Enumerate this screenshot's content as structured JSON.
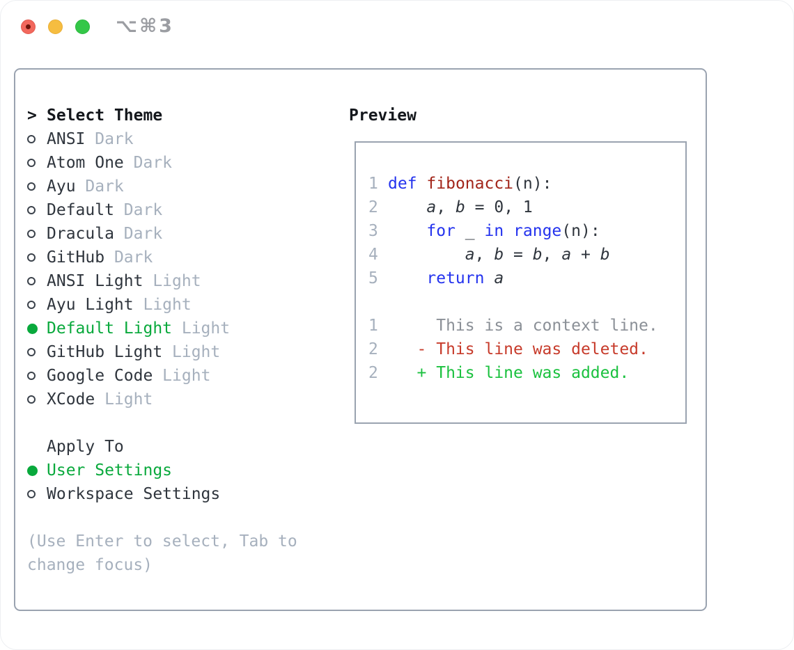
{
  "window": {
    "title": "⌥⌘3",
    "traffic_lights": [
      {
        "name": "close"
      },
      {
        "name": "minimize"
      },
      {
        "name": "zoom"
      }
    ]
  },
  "colors": {
    "text": "#2f353d",
    "header": "#14171c",
    "muted": "#a6b0bd",
    "selected": "#09a93c",
    "kw": "#2433ee",
    "fn": "#a2251a",
    "lineno": "#a6b0bd",
    "context": "#8b9097",
    "deleted": "#c73b2b",
    "added": "#1bc13f",
    "traffic_red": "#f2685d",
    "traffic_yellow": "#f6bd40",
    "traffic_green": "#34c748",
    "border": "#9aa3b0"
  },
  "theme_picker": {
    "cursor": ">",
    "header": "Select Theme",
    "themes": [
      {
        "name": "ANSI",
        "variant": "Dark",
        "selected": false
      },
      {
        "name": "Atom One",
        "variant": "Dark",
        "selected": false
      },
      {
        "name": "Ayu",
        "variant": "Dark",
        "selected": false
      },
      {
        "name": "Default",
        "variant": "Dark",
        "selected": false
      },
      {
        "name": "Dracula",
        "variant": "Dark",
        "selected": false
      },
      {
        "name": "GitHub",
        "variant": "Dark",
        "selected": false
      },
      {
        "name": "ANSI Light",
        "variant": "Light",
        "selected": false
      },
      {
        "name": "Ayu Light",
        "variant": "Light",
        "selected": false
      },
      {
        "name": "Default Light",
        "variant": "Light",
        "selected": true
      },
      {
        "name": "GitHub Light",
        "variant": "Light",
        "selected": false
      },
      {
        "name": "Google Code",
        "variant": "Light",
        "selected": false
      },
      {
        "name": "XCode",
        "variant": "Light",
        "selected": false
      }
    ],
    "apply_to": {
      "label": "Apply To",
      "options": [
        {
          "name": "User Settings",
          "selected": true
        },
        {
          "name": "Workspace Settings",
          "selected": false
        }
      ]
    },
    "hint_lines": [
      "(Use Enter to select, Tab to",
      "change focus)"
    ]
  },
  "preview": {
    "title": "Preview",
    "code_lines": [
      {
        "num": "1",
        "segments": [
          {
            "t": "def",
            "c": "kw"
          },
          {
            "t": " "
          },
          {
            "t": "fibonacci",
            "c": "fn"
          },
          {
            "t": "(n):"
          }
        ]
      },
      {
        "num": "2",
        "segments": [
          {
            "t": "    "
          },
          {
            "t": "a",
            "i": true
          },
          {
            "t": ", "
          },
          {
            "t": "b",
            "i": true
          },
          {
            "t": " = 0, 1"
          }
        ]
      },
      {
        "num": "3",
        "segments": [
          {
            "t": "    "
          },
          {
            "t": "for",
            "c": "kw"
          },
          {
            "t": " _ "
          },
          {
            "t": "in",
            "c": "kw"
          },
          {
            "t": " "
          },
          {
            "t": "range",
            "c": "kw"
          },
          {
            "t": "(n):"
          }
        ]
      },
      {
        "num": "4",
        "segments": [
          {
            "t": "        "
          },
          {
            "t": "a",
            "i": true
          },
          {
            "t": ", "
          },
          {
            "t": "b",
            "i": true
          },
          {
            "t": " = "
          },
          {
            "t": "b",
            "i": true
          },
          {
            "t": ", "
          },
          {
            "t": "a",
            "i": true
          },
          {
            "t": " + "
          },
          {
            "t": "b",
            "i": true
          }
        ]
      },
      {
        "num": "5",
        "segments": [
          {
            "t": "    "
          },
          {
            "t": "return",
            "c": "kw"
          },
          {
            "t": " "
          },
          {
            "t": "a",
            "i": true
          }
        ]
      },
      {
        "num": "",
        "segments": []
      },
      {
        "num": "1",
        "segments": [
          {
            "t": "     This is a context line.",
            "c": "context"
          }
        ]
      },
      {
        "num": "2",
        "segments": [
          {
            "t": "   - This line was deleted.",
            "c": "deleted"
          }
        ]
      },
      {
        "num": "2",
        "segments": [
          {
            "t": "   + This line was added.",
            "c": "added"
          }
        ]
      }
    ]
  }
}
